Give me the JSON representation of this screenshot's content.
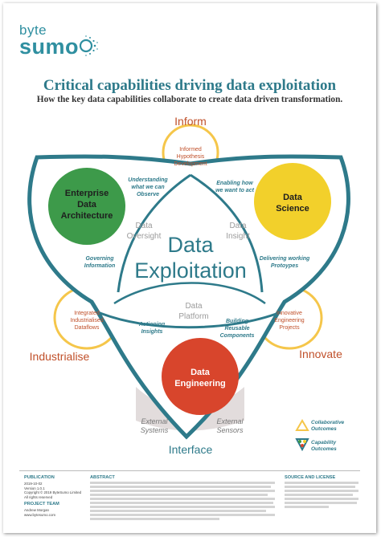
{
  "brand": {
    "top": "byte",
    "bottom": "sumo"
  },
  "title": "Critical capabilities driving data exploitation",
  "subtitle": "How the key data capabilities collaborate to create data driven transformation.",
  "center": {
    "line1": "Data",
    "line2": "Exploitation"
  },
  "outer_labels": {
    "inform": "Inform",
    "industrialise": "Industrialise",
    "innovate": "Innovate",
    "interface": "Interface"
  },
  "circles": {
    "eda": {
      "line1": "Enterprise",
      "line2": "Data",
      "line3": "Architecture",
      "color": "#3d9a4a"
    },
    "ds": {
      "line1": "Data",
      "line2": "Science",
      "color": "#f2d02b"
    },
    "de": {
      "line1": "Data",
      "line2": "Engineering",
      "color": "#d8452c"
    }
  },
  "petals": {
    "inform": {
      "l1": "Informed",
      "l2": "Hypothesis",
      "l3": "Development"
    },
    "industrialise": {
      "l1": "Integrated",
      "l2": "Industrialised",
      "l3": "Dataflows"
    },
    "innovate": {
      "l1": "Innovative",
      "l2": "Engineering",
      "l3": "Projects"
    },
    "interface_a": {
      "l1": "External",
      "l2": "Systems"
    },
    "interface_b": {
      "l1": "External",
      "l2": "Sensors"
    }
  },
  "capabilities": {
    "understanding": {
      "l1": "Understanding",
      "l2": "what we can",
      "l3": "Observe"
    },
    "enabling": {
      "l1": "Enabling how",
      "l2": "we want to act"
    },
    "governing": {
      "l1": "Governing",
      "l2": "Information"
    },
    "delivering": {
      "l1": "Delivering working",
      "l2": "Protoypes"
    },
    "actioning": {
      "l1": "Actioning",
      "l2": "Insights"
    },
    "building": {
      "l1": "Building",
      "l2": "Reusable",
      "l3": "Components"
    }
  },
  "grey_labels": {
    "oversight": {
      "l1": "Data",
      "l2": "Oversight"
    },
    "insight": {
      "l1": "Data",
      "l2": "Insight"
    },
    "platform": {
      "l1": "Data",
      "l2": "Platform"
    }
  },
  "legend": {
    "collab": {
      "l1": "Collaborative",
      "l2": "Outcomes"
    },
    "capab": {
      "l1": "Capability",
      "l2": "Outcomes"
    }
  },
  "colors": {
    "teal": "#2e7a8a",
    "orange_text": "#c0502a",
    "petal": "#f5c64a",
    "grey": "#9b9b9b"
  },
  "footer": {
    "publication": {
      "heading": "PUBLICATION",
      "lines": [
        "2019-10-02",
        "Version 1.0.1",
        "Copyright © 2019 ByteSumo Limited",
        "All rights reserved"
      ],
      "team_heading": "PROJECT TEAM",
      "team": [
        "Andrew Morgan",
        "www.bytesumo.com"
      ]
    },
    "abstract_heading": "ABSTRACT",
    "source_heading": "SOURCE AND LICENSE"
  }
}
